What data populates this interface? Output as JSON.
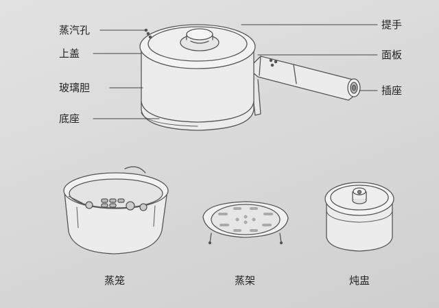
{
  "labels": {
    "steam_hole": "蒸汽孔",
    "lid": "上盖",
    "glass_liner": "玻璃胆",
    "base": "底座",
    "handle": "提手",
    "panel": "面板",
    "socket": "插座"
  },
  "captions": {
    "steamer_basket": "蒸笼",
    "steam_rack": "蒸架",
    "stew_pot": "炖盅"
  },
  "colors": {
    "line": "#555555",
    "fill": "#e9e9e9",
    "background": "#d9d9d9"
  }
}
